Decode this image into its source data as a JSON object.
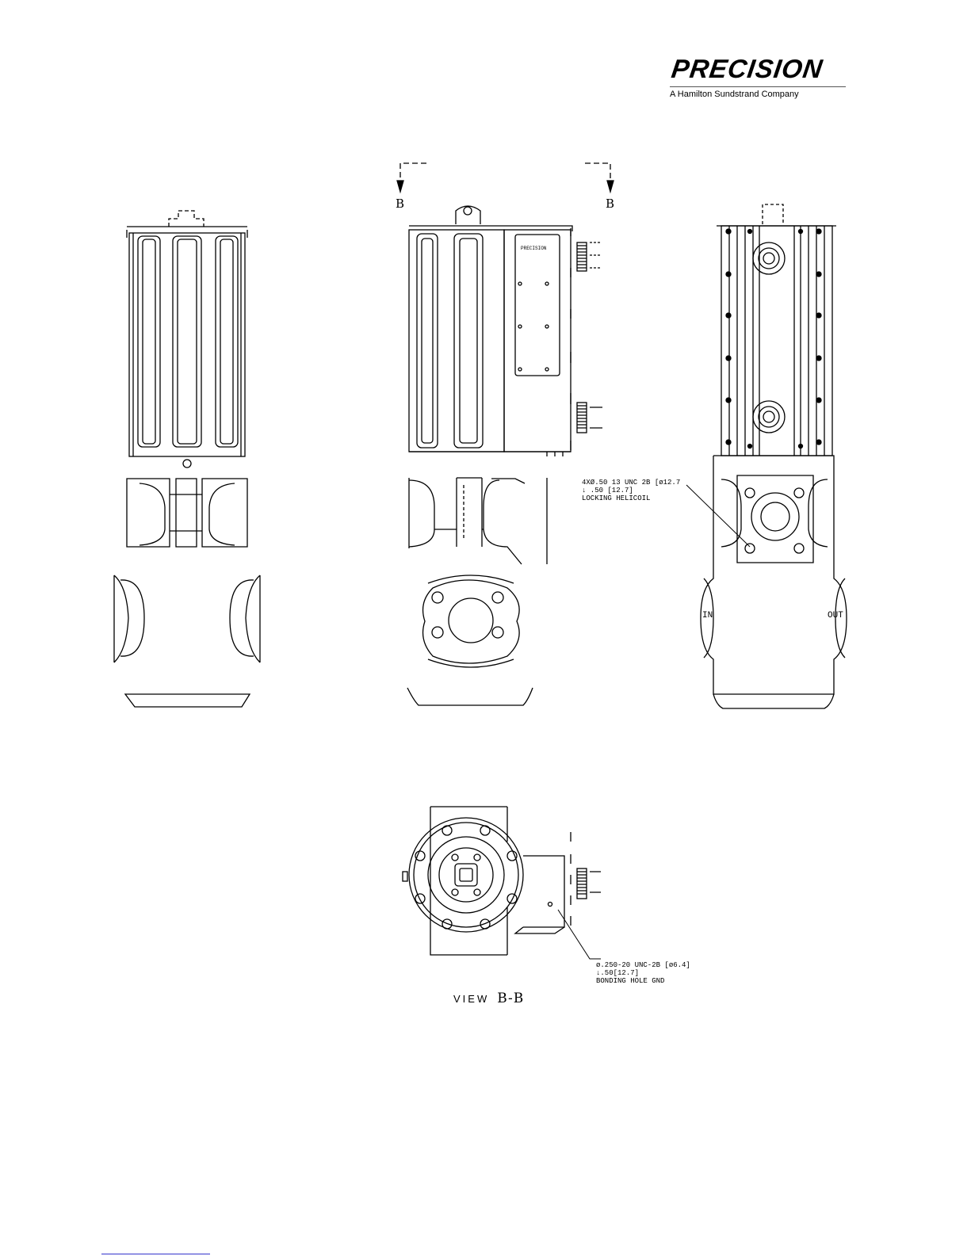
{
  "logo": {
    "brand": "PRECISION",
    "tagline": "A Hamilton Sundstrand Company"
  },
  "plate_text": "PRECISION",
  "section_marks": {
    "left": "B",
    "right": "B"
  },
  "callouts": {
    "helicoil": [
      "4XØ.50 13 UNC 2B [ø12.7",
      "↓ .50 [12.7]",
      "LOCKING HELICOIL"
    ],
    "bonding": [
      "ø.250-20 UNC-2B [ø6.4]",
      "↓.50[12.7]",
      "BONDING HOLE GND"
    ]
  },
  "port_labels": {
    "in": "IN",
    "out": "OUT"
  },
  "view_caption": {
    "prefix": "VIEW",
    "section": "B-B"
  }
}
